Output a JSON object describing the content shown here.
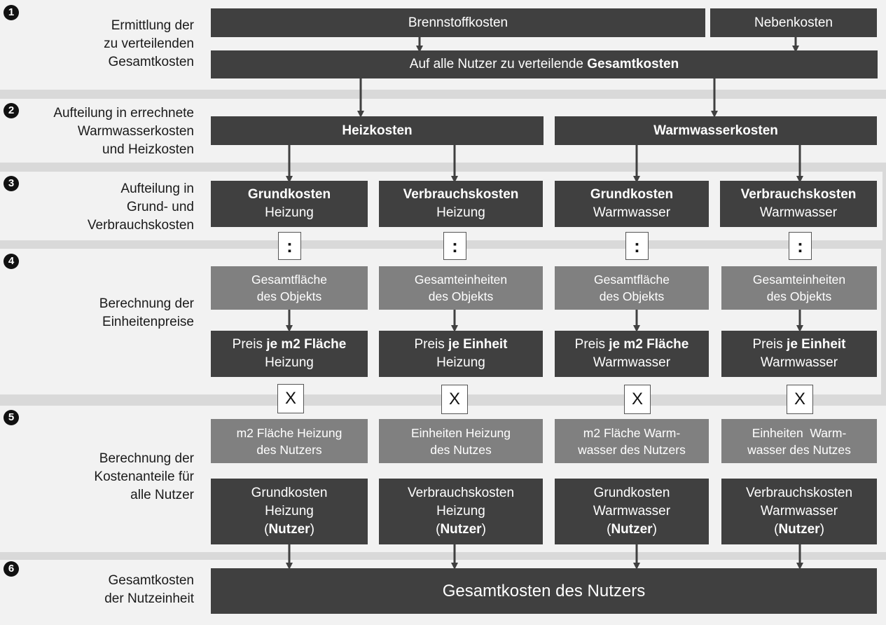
{
  "colors": {
    "dark_box": "#404040",
    "grey_box": "#808080",
    "band": "#f2f2f2",
    "separator": "#d9d9d9"
  },
  "steps": [
    {
      "number": "1",
      "label": "Ermittlung der\nzu verteilenden\nGesamtkosten"
    },
    {
      "number": "2",
      "label": "Aufteilung in errechnete\nWarmwasserkosten\nund Heizkosten"
    },
    {
      "number": "3",
      "label": "Aufteilung in\nGrund- und\nVerbrauchskosten"
    },
    {
      "number": "4",
      "label": "Berechnung der\nEinheitenpreise"
    },
    {
      "number": "5",
      "label": "Berechnung der\nKostenanteile für\nalle Nutzer"
    },
    {
      "number": "6",
      "label": "Gesamtkosten\nder Nutzeinheit"
    }
  ],
  "row1": {
    "fuel_costs": "Brennstoffkosten",
    "side_costs": "Nebenkosten",
    "total_prefix": "Auf alle Nutzer zu verteilende ",
    "total_bold": "Gesamtkosten"
  },
  "row2": {
    "heating": "Heizkosten",
    "hot_water": "Warmwasserkosten"
  },
  "columns": [
    {
      "split_bold": "Grundkosten",
      "split_sub": "Heizung",
      "divide_op": ":",
      "basis_line1": "Gesamtfläche",
      "basis_line2": "des Objekts",
      "price_prefix": "Preis ",
      "price_bold": "je m2 Fläche",
      "price_sub": "Heizung",
      "multiply_op": "X",
      "user_line1": "m2 Fläche Heizung",
      "user_line2": "des Nutzers",
      "share_line1": "Grundkosten",
      "share_line2": "Heizung",
      "share_open": "(",
      "share_bold": "Nutzer",
      "share_close": ")"
    },
    {
      "split_bold": "Verbrauchskosten",
      "split_sub": "Heizung",
      "divide_op": ":",
      "basis_line1": "Gesamteinheiten",
      "basis_line2": "des Objekts",
      "price_prefix": "Preis ",
      "price_bold": "je Einheit",
      "price_sub": "Heizung",
      "multiply_op": "X",
      "user_line1": "Einheiten Heizung",
      "user_line2": "des Nutzes",
      "share_line1": "Verbrauchskosten",
      "share_line2": "Heizung",
      "share_open": "(",
      "share_bold": "Nutzer",
      "share_close": ")"
    },
    {
      "split_bold": "Grundkosten",
      "split_sub": "Warmwasser",
      "divide_op": ":",
      "basis_line1": "Gesamtfläche",
      "basis_line2": "des Objekts",
      "price_prefix": "Preis ",
      "price_bold": "je m2 Fläche",
      "price_sub": "Warmwasser",
      "multiply_op": "X",
      "user_line1": "m2 Fläche Warm-",
      "user_line2": "wasser des Nutzers",
      "share_line1": "Grundkosten",
      "share_line2": "Warmwasser",
      "share_open": "(",
      "share_bold": "Nutzer",
      "share_close": ")"
    },
    {
      "split_bold": "Verbrauchskosten",
      "split_sub": "Warmwasser",
      "divide_op": ":",
      "basis_line1": "Gesamteinheiten",
      "basis_line2": "des Objekts",
      "price_prefix": "Preis ",
      "price_bold": "je Einheit",
      "price_sub": "Warmwasser",
      "multiply_op": "X",
      "user_line1": "Einheiten  Warm-",
      "user_line2": "wasser des Nutzes",
      "share_line1": "Verbrauchskosten",
      "share_line2": "Warmwasser",
      "share_open": "(",
      "share_bold": "Nutzer",
      "share_close": ")"
    }
  ],
  "row6": {
    "total": "Gesamtkosten des Nutzers"
  }
}
